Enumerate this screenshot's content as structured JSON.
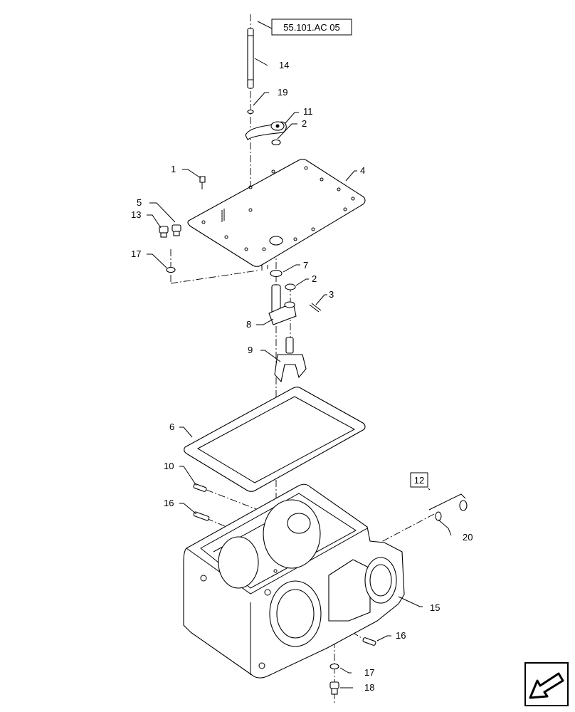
{
  "diagram": {
    "reference_box": "55.101.AC 05",
    "kit_box": "12",
    "callouts": {
      "c14": "14",
      "c19": "19",
      "c11": "11",
      "c2a": "2",
      "c1": "1",
      "c4": "4",
      "c5": "5",
      "c13": "13",
      "c17a": "17",
      "c7": "7",
      "c2b": "2",
      "c3": "3",
      "c8": "8",
      "c9": "9",
      "c6": "6",
      "c10": "10",
      "c16a": "16",
      "c20": "20",
      "c15": "15",
      "c16b": "16",
      "c17b": "17",
      "c18": "18"
    }
  },
  "nav": {
    "icon": "previous-page-arrow-icon"
  }
}
